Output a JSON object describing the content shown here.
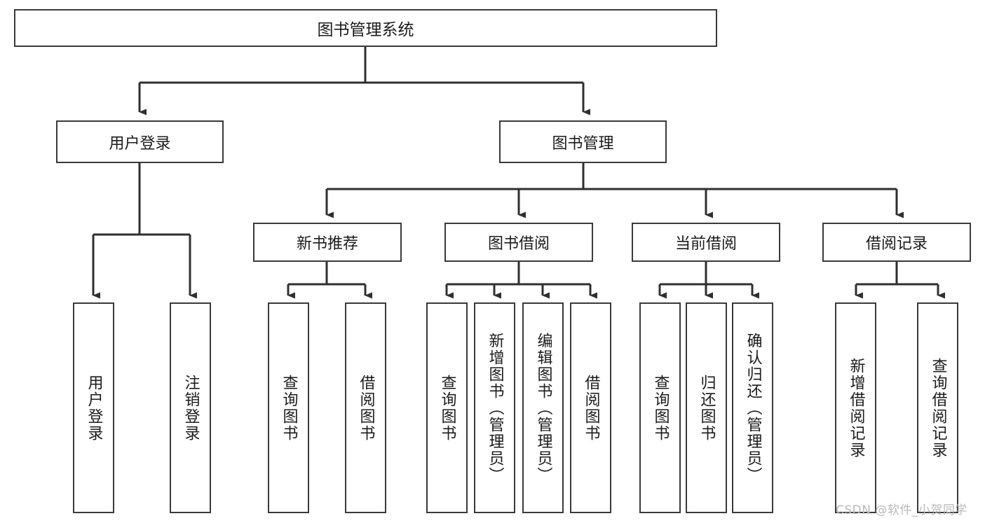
{
  "diagram": {
    "type": "tree-hierarchy",
    "title": "图书管理系统",
    "root": {
      "label": "图书管理系统"
    },
    "level2": [
      {
        "id": "user-login",
        "label": "用户登录"
      },
      {
        "id": "book-management",
        "label": "图书管理"
      }
    ],
    "level3": [
      {
        "id": "new-book-recommend",
        "label": "新书推荐",
        "parent": "book-management"
      },
      {
        "id": "book-borrow",
        "label": "图书借阅",
        "parent": "book-management"
      },
      {
        "id": "current-borrow",
        "label": "当前借阅",
        "parent": "book-management"
      },
      {
        "id": "borrow-record",
        "label": "借阅记录",
        "parent": "book-management"
      }
    ],
    "leaves": [
      {
        "id": "leaf-user-login",
        "label": "用户登录",
        "parent": "user-login"
      },
      {
        "id": "leaf-logout-login",
        "label": "注销登录",
        "parent": "user-login"
      },
      {
        "id": "leaf-query-book-1",
        "label": "查询图书",
        "parent": "new-book-recommend"
      },
      {
        "id": "leaf-borrow-book-1",
        "label": "借阅图书",
        "parent": "new-book-recommend"
      },
      {
        "id": "leaf-query-book-2",
        "label": "查询图书",
        "parent": "book-borrow"
      },
      {
        "id": "leaf-add-book",
        "label": "新增图书（管理员）",
        "parent": "book-borrow"
      },
      {
        "id": "leaf-edit-book",
        "label": "编辑图书（管理员）",
        "parent": "book-borrow"
      },
      {
        "id": "leaf-borrow-book-2",
        "label": "借阅图书",
        "parent": "book-borrow"
      },
      {
        "id": "leaf-query-book-3",
        "label": "查询图书",
        "parent": "current-borrow"
      },
      {
        "id": "leaf-return-book",
        "label": "归还图书",
        "parent": "current-borrow"
      },
      {
        "id": "leaf-confirm-return",
        "label": "确认归还（管理员）",
        "parent": "current-borrow"
      },
      {
        "id": "leaf-add-record",
        "label": "新增借阅记录",
        "parent": "borrow-record"
      },
      {
        "id": "leaf-query-record",
        "label": "查询借阅记录",
        "parent": "borrow-record"
      }
    ],
    "colors": {
      "box_border": "#3a3a3a",
      "box_fill": "#ffffff",
      "connector": "#2f2f2f",
      "text": "#1b1b1b",
      "watermark": "#b9b9b9"
    }
  },
  "watermark": {
    "text": "CSDN @软件_小贺同学"
  }
}
